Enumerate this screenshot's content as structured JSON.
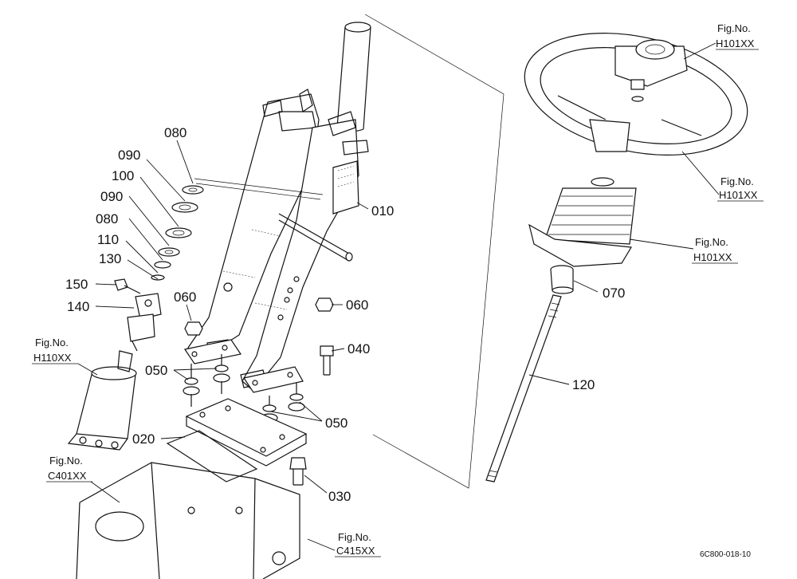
{
  "parts": {
    "p010": "010",
    "p020": "020",
    "p030": "030",
    "p040": "040",
    "p050a": "050",
    "p050b": "050",
    "p060a": "060",
    "p060b": "060",
    "p070": "070",
    "p080a": "080",
    "p080b": "080",
    "p090a": "090",
    "p090b": "090",
    "p100": "100",
    "p110": "110",
    "p120": "120",
    "p130": "130",
    "p140": "140",
    "p150": "150"
  },
  "refs": {
    "r1": {
      "line1": "Fig.No.",
      "line2": "H101XX"
    },
    "r2": {
      "line1": "Fig.No.",
      "line2": "H101XX"
    },
    "r3": {
      "line1": "Fig.No.",
      "line2": "H101XX"
    },
    "r4": {
      "line1": "Fig.No.",
      "line2": "H110XX"
    },
    "r5": {
      "line1": "Fig.No.",
      "line2": "C401XX"
    },
    "r6": {
      "line1": "Fig.No.",
      "line2": "C415XX"
    }
  },
  "doc_code": "6C800-018-10"
}
